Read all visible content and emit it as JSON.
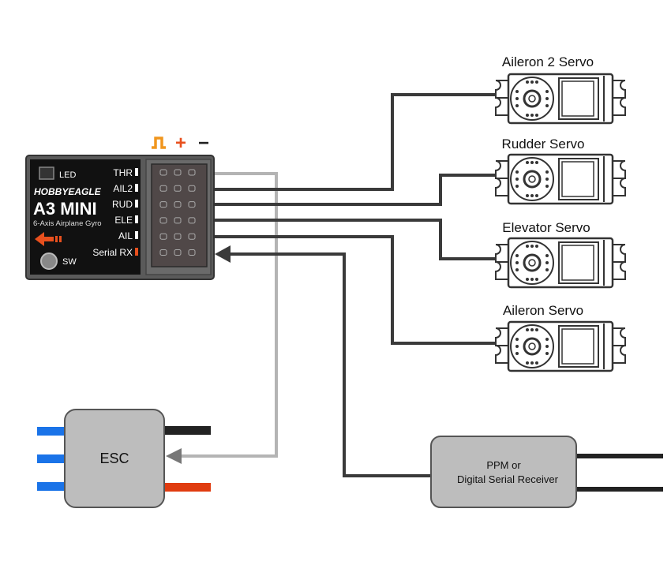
{
  "gyro": {
    "brand": "HOBBYEAGLE",
    "model": "A3 MINI",
    "subtitle": "6-Axis Airplane Gyro",
    "led_label": "LED",
    "sw_label": "SW",
    "ports": [
      {
        "label": "THR",
        "indicator_color": "#ffffff"
      },
      {
        "label": "AIL2",
        "indicator_color": "#ffffff"
      },
      {
        "label": "RUD",
        "indicator_color": "#ffffff"
      },
      {
        "label": "ELE",
        "indicator_color": "#ffffff"
      },
      {
        "label": "AIL",
        "indicator_color": "#ffffff"
      },
      {
        "label": "Serial RX",
        "indicator_color": "#e8501e"
      }
    ],
    "pin_legend": [
      {
        "symbol": "signal-pulse-icon",
        "color": "#f0961e"
      },
      {
        "symbol": "+",
        "color": "#e8501e"
      },
      {
        "symbol": "−",
        "color": "#222222"
      }
    ]
  },
  "servos": [
    {
      "label": "Aileron 2 Servo",
      "port": "AIL2"
    },
    {
      "label": "Rudder Servo",
      "port": "RUD"
    },
    {
      "label": "Elevator Servo",
      "port": "ELE"
    },
    {
      "label": "Aileron Servo",
      "port": "AIL"
    }
  ],
  "esc": {
    "label": "ESC",
    "port": "THR",
    "wire_colors": {
      "motor": "#1a73e8",
      "power_negative": "#222222",
      "power_positive": "#e03c10"
    }
  },
  "receiver": {
    "line1": "PPM or",
    "line2": "Digital Serial Receiver",
    "port": "Serial RX"
  },
  "colors": {
    "wire_dark": "#3a3a3a",
    "wire_light": "#b4b4b4",
    "box_fill": "#bdbdbd",
    "box_stroke": "#555555",
    "gyro_body": "#111111"
  }
}
